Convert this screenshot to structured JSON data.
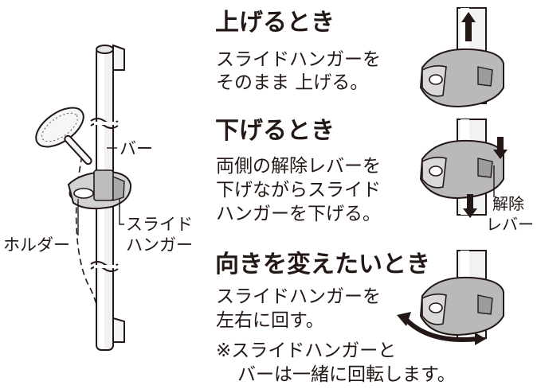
{
  "labels": {
    "bar": "バー",
    "slide_hanger_1": "スライド",
    "slide_hanger_2": "ハンガー",
    "holder": "ホルダー",
    "release_lever_1": "解除",
    "release_lever_2": "レバー"
  },
  "sections": [
    {
      "heading": "上げるとき",
      "lines": [
        "スライドハンガーを",
        "そのまま 上げる。"
      ]
    },
    {
      "heading": "下げるとき",
      "lines": [
        "両側の解除レバーを",
        "下げながらスライド",
        "ハンガーを下げる。"
      ]
    },
    {
      "heading": "向きを変えたいとき",
      "lines": [
        "スライドハンガーを",
        "左右に回す。"
      ]
    }
  ],
  "note": [
    "※スライドハンガーと",
    "バーは一緒に回転します。"
  ]
}
